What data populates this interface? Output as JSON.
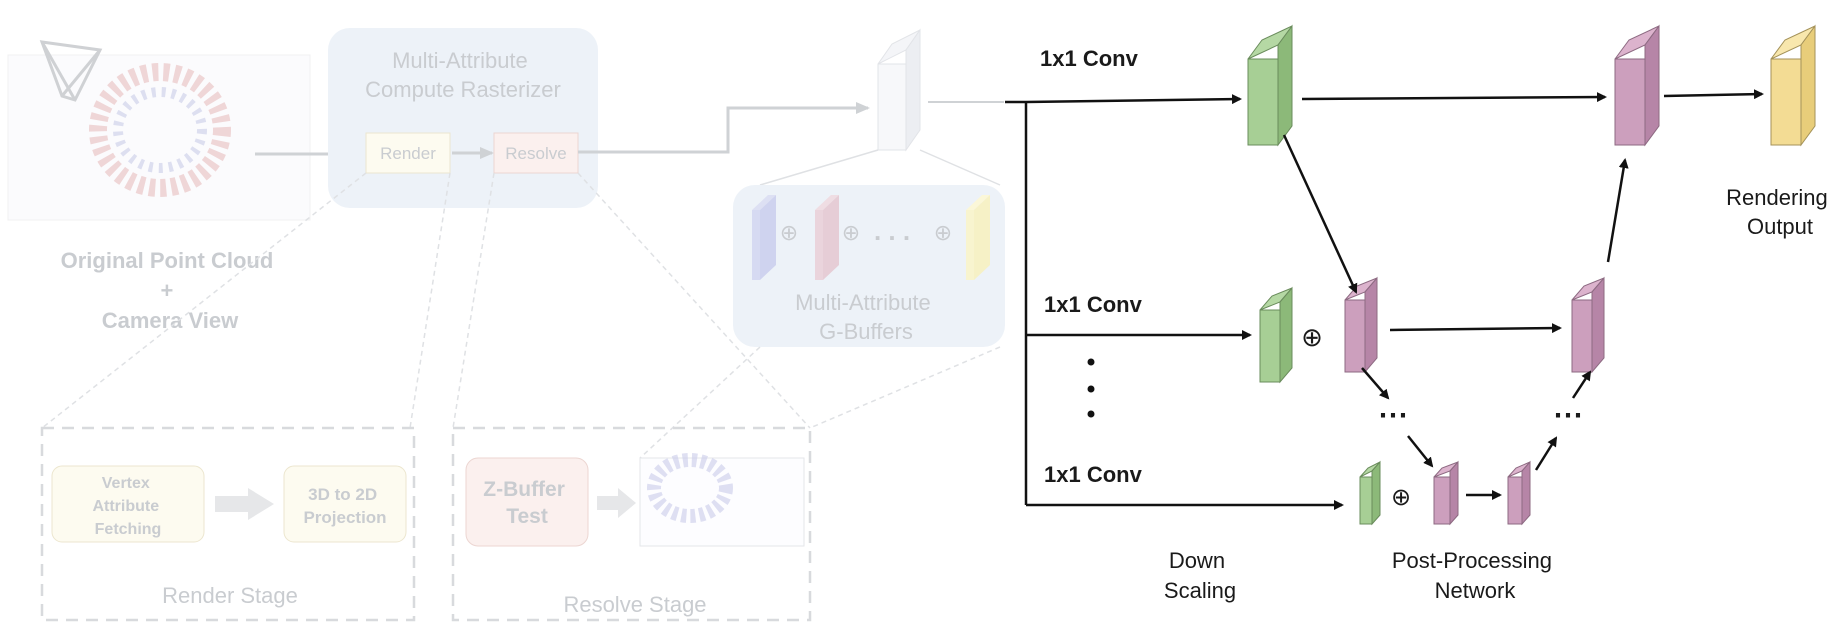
{
  "pipeline": {
    "point_cloud_label": {
      "line1": "Original Point Cloud",
      "line2": "+",
      "line3": "Camera View"
    },
    "rasterizer_title": {
      "line1": "Multi-Attribute",
      "line2": "Compute Rasterizer"
    },
    "render_box": "Render",
    "resolve_box": "Resolve",
    "gbuffer_label": {
      "line1": "Multi-Attribute",
      "line2": "G-Buffers"
    },
    "gbuffer_ops": [
      "⊕",
      "⊕",
      "⊕"
    ],
    "gbuffer_dots": ". . ."
  },
  "render_stage": {
    "title": "Render Stage",
    "step1": {
      "line1": "Vertex",
      "line2": "Attribute",
      "line3": "Fetching"
    },
    "step2": {
      "line1": "3D to 2D",
      "line2": "Projection"
    }
  },
  "resolve_stage": {
    "title": "Resolve Stage",
    "step1": {
      "line1": "Z-Buffer",
      "line2": "Test"
    }
  },
  "network": {
    "conv_labels": [
      "1x1 Conv",
      "1x1 Conv",
      "1x1 Conv"
    ],
    "vertical_dots": ":",
    "plus_ops": [
      "⊕",
      "⊕"
    ],
    "ellipsis_left": "⋯",
    "ellipsis_right": "⋯",
    "down_scaling": {
      "line1": "Down",
      "line2": "Scaling"
    },
    "post_processing": {
      "line1": "Post-Processing",
      "line2": "Network"
    },
    "output": {
      "line1": "Rendering",
      "line2": "Output"
    }
  },
  "colors": {
    "green": "#9cc98a",
    "purple": "#c79ab8",
    "yellow": "#f1d98a",
    "faded_text": "#c9ccd0",
    "faded_panel": "#edf2f8"
  }
}
